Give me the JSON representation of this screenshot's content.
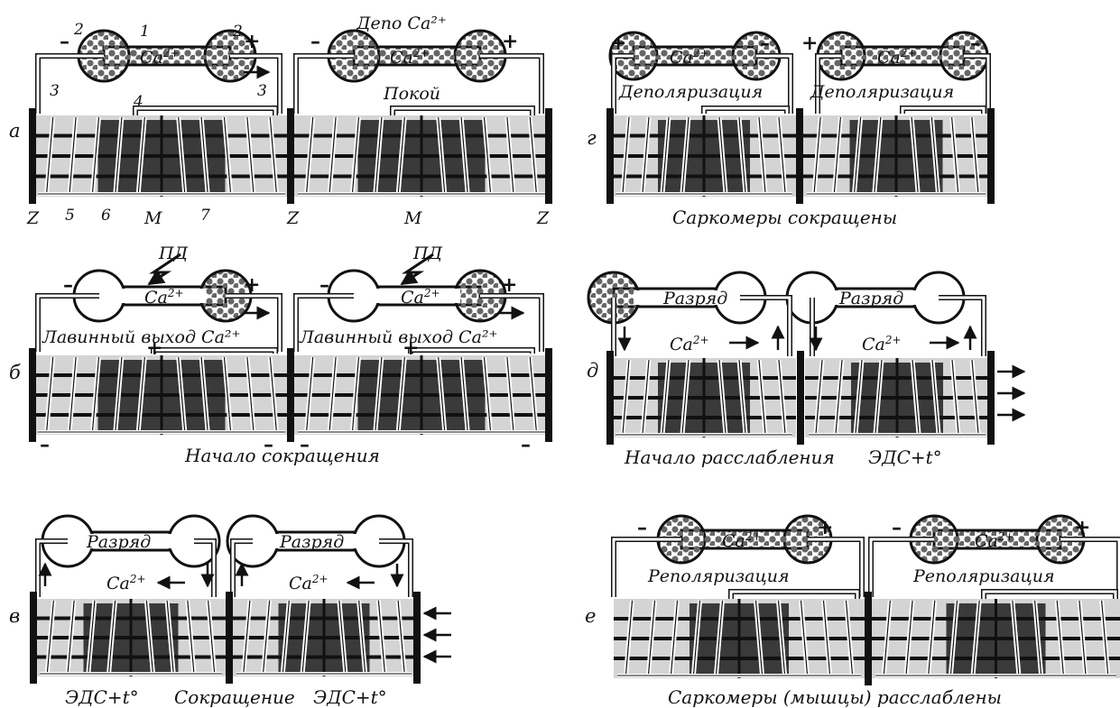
{
  "labels": {
    "a": "а",
    "b": "б",
    "v": "в",
    "g": "г",
    "d": "д",
    "e": "е",
    "depo": "Депо Ca²⁺",
    "pokoi": "Покой",
    "ca": "Ca",
    "ca_sup": "2+",
    "z": "Z",
    "m": "M",
    "pd": "ПД",
    "lavin": "Лавинный выход Ca²⁺",
    "depol": "Деполяризация",
    "razryad": "Разряд",
    "repol": "Реполяризация",
    "nums": [
      "1",
      "2",
      "2",
      "3",
      "3",
      "4",
      "5",
      "6",
      "7"
    ],
    "plus": "+",
    "minus": "–"
  },
  "captions": {
    "a": "Саркомеры сокращены",
    "b": "Начало сокращения",
    "d": "Начало расслабления",
    "d_emf": "ЭДС+t°",
    "v_left": "ЭДС+t°",
    "v_mid": "Сокращение",
    "v_right": "ЭДС+t°",
    "e": "Саркомеры (мышцы) расслаблены"
  }
}
